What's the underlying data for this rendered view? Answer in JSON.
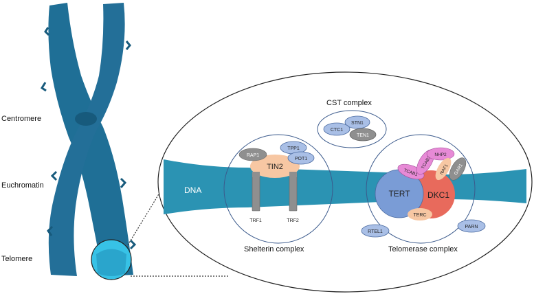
{
  "labels": {
    "centromere": "Centromere",
    "euchromatin": "Euchromatin",
    "telomere": "Telomere",
    "dna": "DNA",
    "cst_complex": "CST complex",
    "shelterin_complex": "Shelterin complex",
    "telomerase_complex": "Telomerase complex"
  },
  "cst": {
    "stn1": "STN1",
    "ctc1": "CTC1",
    "ten1": "TEN1"
  },
  "shelterin": {
    "rap1": "RAP1",
    "tin2": "TIN2",
    "tpp1": "TPP1",
    "pot1": "POT1",
    "trf1": "TRF1",
    "trf2": "TRF2"
  },
  "telomerase": {
    "tert": "TERT",
    "dkc1": "DKC1",
    "terc": "TERC",
    "tcab1_a": "TCAB1",
    "tcab1_b": "TCAB1",
    "nhp2": "NHP2",
    "naf1": "NAF1",
    "gar1": "GAR1"
  },
  "free_proteins": {
    "rtel1": "RTEL1",
    "parn": "PARN"
  },
  "colors": {
    "chromosome": "#1f6f96",
    "chromosome_dark": "#175a7c",
    "dna": "#2b93b3",
    "telomere_tip": "#37c2e6",
    "tin2": "#f7c7a3",
    "tert": "#7a9cd6",
    "dkc1": "#e86a5c",
    "pink": "#e78ad6",
    "lavender": "#a9bfe6",
    "gray": "#8f8f8f"
  }
}
